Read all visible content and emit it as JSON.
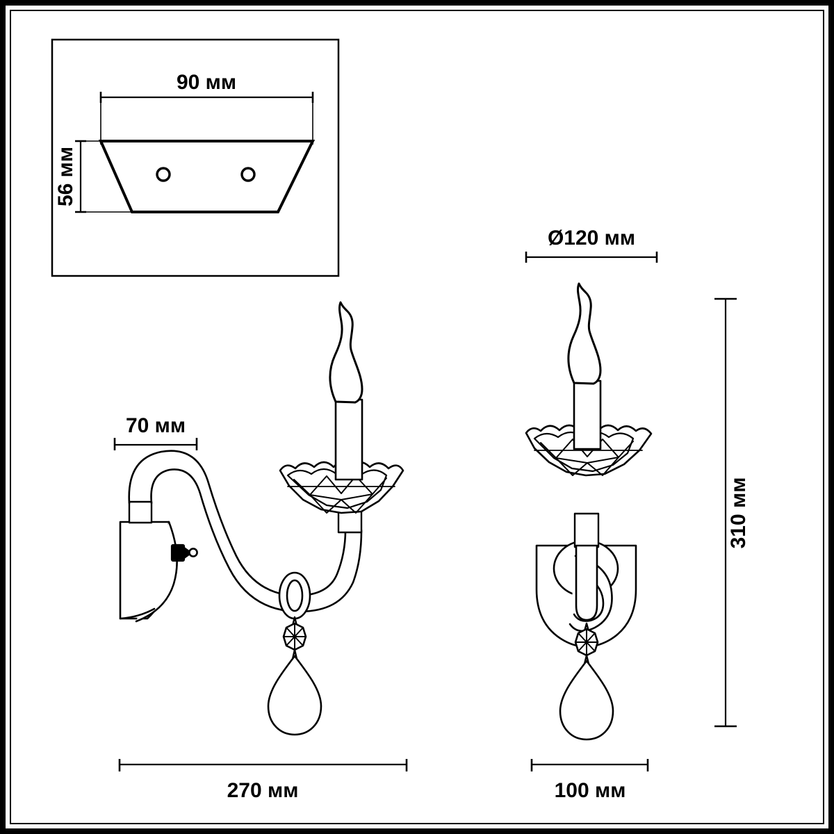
{
  "document": {
    "type": "technical-dimension-drawing",
    "subject": "wall sconce with candle bulb and crystal pendant",
    "units": "мм",
    "line_color": "#000000",
    "background_color": "#ffffff"
  },
  "inset": {
    "name": "mounting-plate-detail",
    "shape": "trapezoid",
    "holes": 2,
    "dimensions": {
      "width_label": "90 мм",
      "height_label": "56 мм"
    }
  },
  "views": {
    "side": {
      "label": "side-view",
      "dimensions": {
        "depth_label": "70 мм",
        "width_label": "270 мм"
      }
    },
    "front": {
      "label": "front-view",
      "dimensions": {
        "diameter_label": "Ø120 мм",
        "width_label": "100 мм",
        "height_label": "310 мм"
      }
    }
  },
  "dimension_labels": [
    {
      "id": "plate-width",
      "text": "90 мм",
      "orientation": "horizontal"
    },
    {
      "id": "plate-height",
      "text": "56 мм",
      "orientation": "vertical"
    },
    {
      "id": "arm-depth",
      "text": "70 мм",
      "orientation": "horizontal"
    },
    {
      "id": "bobeche-diam",
      "text": "Ø120 мм",
      "orientation": "horizontal"
    },
    {
      "id": "total-height",
      "text": "310 мм",
      "orientation": "vertical"
    },
    {
      "id": "total-width",
      "text": "270 мм",
      "orientation": "horizontal"
    },
    {
      "id": "front-width",
      "text": "100 мм",
      "orientation": "horizontal"
    }
  ]
}
